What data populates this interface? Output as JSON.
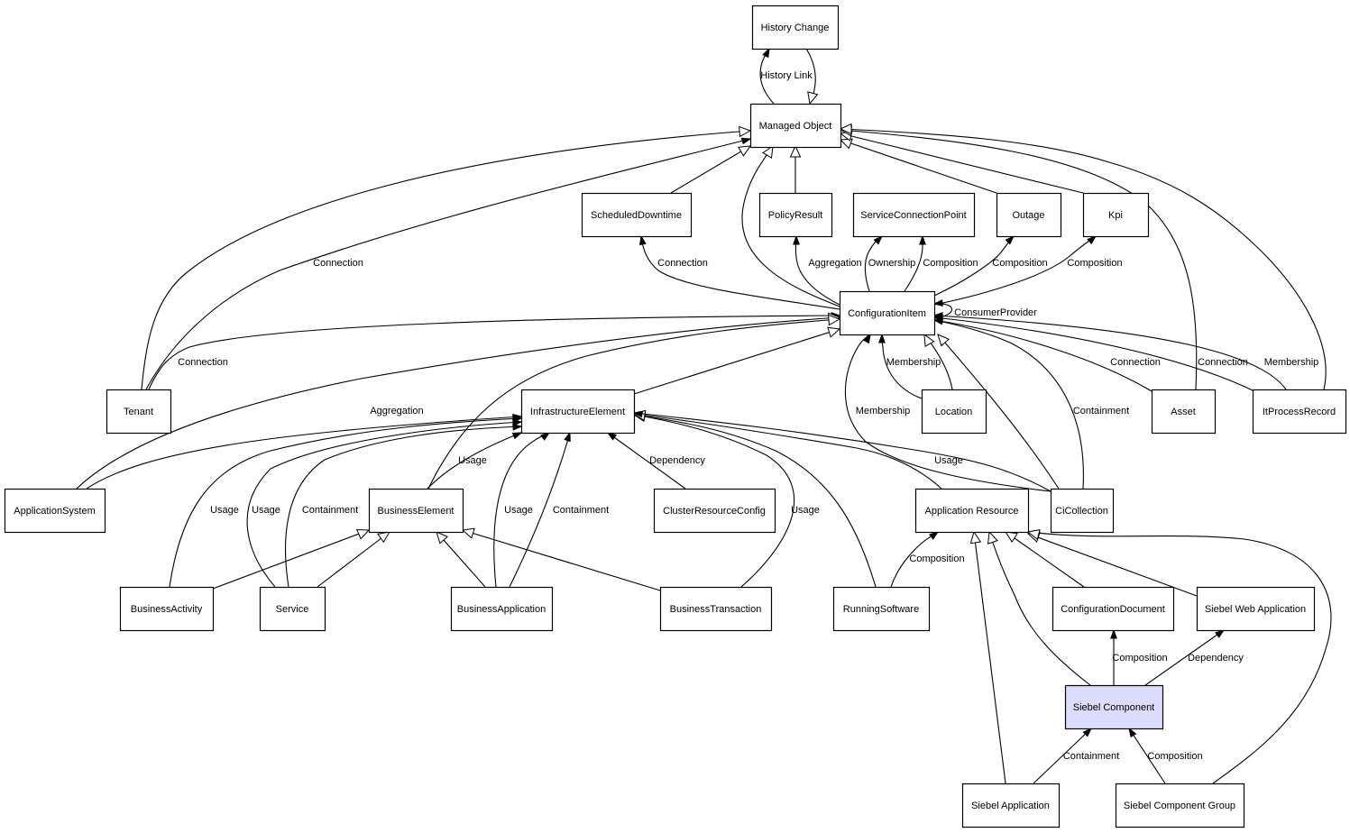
{
  "diagram": {
    "title": "Siebel Component class model",
    "highlight_color": "#dcdcfc",
    "nodes": [
      {
        "id": "history_change",
        "label": "History Change"
      },
      {
        "id": "managed_object",
        "label": "Managed Object"
      },
      {
        "id": "scheduled_downtime",
        "label": "ScheduledDowntime"
      },
      {
        "id": "policy_result",
        "label": "PolicyResult"
      },
      {
        "id": "service_connection_point",
        "label": "ServiceConnectionPoint"
      },
      {
        "id": "outage",
        "label": "Outage"
      },
      {
        "id": "kpi",
        "label": "Kpi"
      },
      {
        "id": "configuration_item",
        "label": "ConfigurationItem"
      },
      {
        "id": "tenant",
        "label": "Tenant"
      },
      {
        "id": "infrastructure_element",
        "label": "InfrastructureElement"
      },
      {
        "id": "location",
        "label": "Location"
      },
      {
        "id": "asset",
        "label": "Asset"
      },
      {
        "id": "it_process_record",
        "label": "ItProcessRecord"
      },
      {
        "id": "application_system",
        "label": "ApplicationSystem"
      },
      {
        "id": "business_element",
        "label": "BusinessElement"
      },
      {
        "id": "cluster_resource_config",
        "label": "ClusterResourceConfig"
      },
      {
        "id": "application_resource",
        "label": "Application Resource"
      },
      {
        "id": "ci_collection",
        "label": "CiCollection"
      },
      {
        "id": "business_activity",
        "label": "BusinessActivity"
      },
      {
        "id": "service",
        "label": "Service"
      },
      {
        "id": "business_application",
        "label": "BusinessApplication"
      },
      {
        "id": "business_transaction",
        "label": "BusinessTransaction"
      },
      {
        "id": "running_software",
        "label": "RunningSoftware"
      },
      {
        "id": "configuration_document",
        "label": "ConfigurationDocument"
      },
      {
        "id": "siebel_web_application",
        "label": "Siebel Web Application"
      },
      {
        "id": "siebel_component",
        "label": "Siebel Component",
        "highlighted": true
      },
      {
        "id": "siebel_application",
        "label": "Siebel Application"
      },
      {
        "id": "siebel_component_group",
        "label": "Siebel Component Group"
      }
    ],
    "edges": [
      {
        "id": "e1",
        "from": "managed_object",
        "to": "history_change",
        "type": "association",
        "label": "History Link"
      },
      {
        "id": "e2",
        "from": "history_change",
        "to": "managed_object",
        "type": "inheritance",
        "label": ""
      },
      {
        "id": "e3",
        "from": "scheduled_downtime",
        "to": "managed_object",
        "type": "inheritance",
        "label": ""
      },
      {
        "id": "e4",
        "from": "policy_result",
        "to": "managed_object",
        "type": "inheritance",
        "label": ""
      },
      {
        "id": "e5",
        "from": "configuration_item",
        "to": "managed_object",
        "type": "inheritance",
        "label": ""
      },
      {
        "id": "e6",
        "from": "outage",
        "to": "managed_object",
        "type": "inheritance",
        "label": ""
      },
      {
        "id": "e7",
        "from": "kpi",
        "to": "managed_object",
        "type": "inheritance",
        "label": ""
      },
      {
        "id": "e8",
        "from": "asset",
        "to": "managed_object",
        "type": "inheritance",
        "label": ""
      },
      {
        "id": "e9",
        "from": "it_process_record",
        "to": "managed_object",
        "type": "inheritance",
        "label": ""
      },
      {
        "id": "e10",
        "from": "tenant",
        "to": "managed_object",
        "type": "inheritance",
        "label": ""
      },
      {
        "id": "e11",
        "from": "tenant",
        "to": "managed_object",
        "type": "association",
        "label": "Connection"
      },
      {
        "id": "e12",
        "from": "configuration_item",
        "to": "scheduled_downtime",
        "type": "association",
        "label": "Connection"
      },
      {
        "id": "e13",
        "from": "configuration_item",
        "to": "policy_result",
        "type": "association",
        "label": "Aggregation"
      },
      {
        "id": "e14",
        "from": "configuration_item",
        "to": "service_connection_point",
        "type": "association",
        "label": "Ownership"
      },
      {
        "id": "e15",
        "from": "configuration_item",
        "to": "service_connection_point",
        "type": "association",
        "label": "Composition"
      },
      {
        "id": "e16",
        "from": "configuration_item",
        "to": "outage",
        "type": "association",
        "label": "Composition"
      },
      {
        "id": "e17",
        "from": "configuration_item",
        "to": "kpi",
        "type": "association",
        "label": "Composition"
      },
      {
        "id": "e18",
        "from": "configuration_item",
        "to": "configuration_item",
        "type": "association",
        "label": "ConsumerProvider"
      },
      {
        "id": "e19",
        "from": "tenant",
        "to": "configuration_item",
        "type": "association",
        "label": "Connection"
      },
      {
        "id": "e20",
        "from": "application_system",
        "to": "configuration_item",
        "type": "inheritance",
        "label": ""
      },
      {
        "id": "e21",
        "from": "business_element",
        "to": "configuration_item",
        "type": "inheritance",
        "label": ""
      },
      {
        "id": "e22",
        "from": "infrastructure_element",
        "to": "configuration_item",
        "type": "inheritance",
        "label": ""
      },
      {
        "id": "e23",
        "from": "location",
        "to": "configuration_item",
        "type": "association",
        "label": "Membership"
      },
      {
        "id": "e24",
        "from": "location",
        "to": "configuration_item",
        "type": "inheritance",
        "label": ""
      },
      {
        "id": "e25",
        "from": "ci_collection",
        "to": "configuration_item",
        "type": "association",
        "label": "Membership"
      },
      {
        "id": "e26",
        "from": "ci_collection",
        "to": "configuration_item",
        "type": "inheritance",
        "label": ""
      },
      {
        "id": "e27",
        "from": "ci_collection",
        "to": "configuration_item",
        "type": "association",
        "label": "Containment"
      },
      {
        "id": "e28",
        "from": "asset",
        "to": "configuration_item",
        "type": "association",
        "label": "Connection"
      },
      {
        "id": "e29",
        "from": "it_process_record",
        "to": "configuration_item",
        "type": "association",
        "label": "Connection"
      },
      {
        "id": "e30",
        "from": "it_process_record",
        "to": "configuration_item",
        "type": "association",
        "label": "Membership"
      },
      {
        "id": "e31",
        "from": "application_system",
        "to": "infrastructure_element",
        "type": "association",
        "label": "Aggregation"
      },
      {
        "id": "e32",
        "from": "business_activity",
        "to": "infrastructure_element",
        "type": "association",
        "label": "Usage"
      },
      {
        "id": "e33",
        "from": "service",
        "to": "infrastructure_element",
        "type": "association",
        "label": "Usage"
      },
      {
        "id": "e34",
        "from": "service",
        "to": "infrastructure_element",
        "type": "association",
        "label": "Containment"
      },
      {
        "id": "e35",
        "from": "business_element",
        "to": "infrastructure_element",
        "type": "association",
        "label": "Usage"
      },
      {
        "id": "e36",
        "from": "business_application",
        "to": "infrastructure_element",
        "type": "association",
        "label": "Usage"
      },
      {
        "id": "e37",
        "from": "business_application",
        "to": "infrastructure_element",
        "type": "association",
        "label": "Containment"
      },
      {
        "id": "e38",
        "from": "cluster_resource_config",
        "to": "infrastructure_element",
        "type": "association",
        "label": "Dependency"
      },
      {
        "id": "e39",
        "from": "business_transaction",
        "to": "infrastructure_element",
        "type": "association",
        "label": "Usage"
      },
      {
        "id": "e40",
        "from": "running_software",
        "to": "infrastructure_element",
        "type": "inheritance",
        "label": ""
      },
      {
        "id": "e41",
        "from": "application_resource",
        "to": "infrastructure_element",
        "type": "inheritance",
        "label": ""
      },
      {
        "id": "e42",
        "from": "ci_collection",
        "to": "infrastructure_element",
        "type": "association",
        "label": "Usage"
      },
      {
        "id": "e43",
        "from": "business_activity",
        "to": "business_element",
        "type": "inheritance",
        "label": ""
      },
      {
        "id": "e44",
        "from": "service",
        "to": "business_element",
        "type": "inheritance",
        "label": ""
      },
      {
        "id": "e45",
        "from": "business_application",
        "to": "business_element",
        "type": "inheritance",
        "label": ""
      },
      {
        "id": "e46",
        "from": "business_transaction",
        "to": "business_element",
        "type": "inheritance",
        "label": ""
      },
      {
        "id": "e47",
        "from": "running_software",
        "to": "application_resource",
        "type": "association",
        "label": "Composition"
      },
      {
        "id": "e48",
        "from": "siebel_application",
        "to": "application_resource",
        "type": "inheritance",
        "label": ""
      },
      {
        "id": "e49",
        "from": "siebel_component",
        "to": "application_resource",
        "type": "inheritance",
        "label": ""
      },
      {
        "id": "e50",
        "from": "configuration_document",
        "to": "application_resource",
        "type": "inheritance",
        "label": ""
      },
      {
        "id": "e51",
        "from": "siebel_web_application",
        "to": "application_resource",
        "type": "inheritance",
        "label": ""
      },
      {
        "id": "e52",
        "from": "siebel_component_group",
        "to": "application_resource",
        "type": "inheritance",
        "label": ""
      },
      {
        "id": "e53",
        "from": "siebel_component",
        "to": "configuration_document",
        "type": "association",
        "label": "Composition"
      },
      {
        "id": "e54",
        "from": "siebel_component",
        "to": "siebel_web_application",
        "type": "association",
        "label": "Dependency"
      },
      {
        "id": "e55",
        "from": "siebel_application",
        "to": "siebel_component",
        "type": "association",
        "label": "Containment"
      },
      {
        "id": "e56",
        "from": "siebel_component_group",
        "to": "siebel_component",
        "type": "association",
        "label": "Composition"
      }
    ]
  }
}
